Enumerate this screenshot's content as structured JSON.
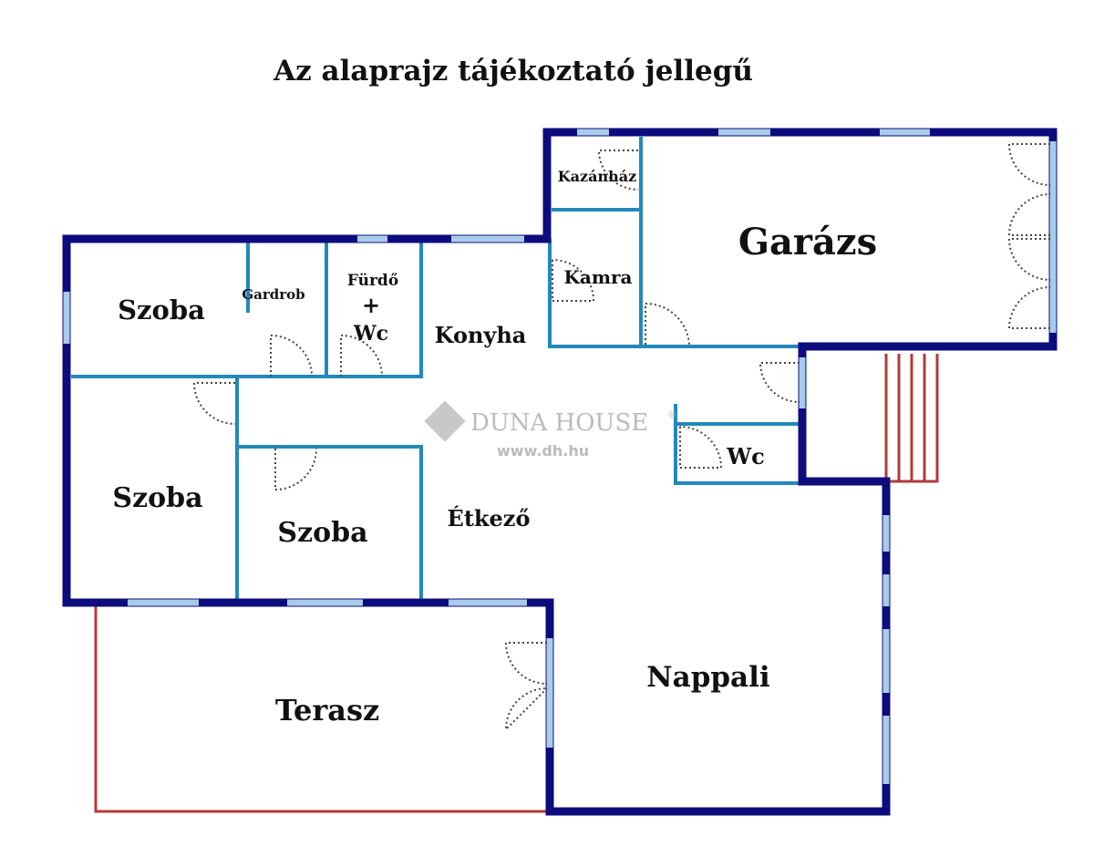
{
  "title": "Az alaprajz tájékoztató jellegű",
  "rooms": {
    "szoba1": "Szoba",
    "gardrob": "Gardrob",
    "furdo_line1": "Fürdő",
    "furdo_line2": "+",
    "furdo_line3": "Wc",
    "konyha": "Konyha",
    "kazanhaz": "Kazánház",
    "kamra": "Kamra",
    "garazs": "Garázs",
    "wc": "Wc",
    "szoba2": "Szoba",
    "szoba3": "Szoba",
    "etkezo": "Étkező",
    "terasz": "Terasz",
    "nappali": "Nappali"
  },
  "watermark": {
    "brand": "DUNA HOUSE",
    "registered": "®",
    "url": "www.dh.hu"
  },
  "colors": {
    "outer_wall": "#0c0c7c",
    "inner_wall": "#2388bb",
    "window": "#a9cbea",
    "terrace": "#b23a3a"
  }
}
